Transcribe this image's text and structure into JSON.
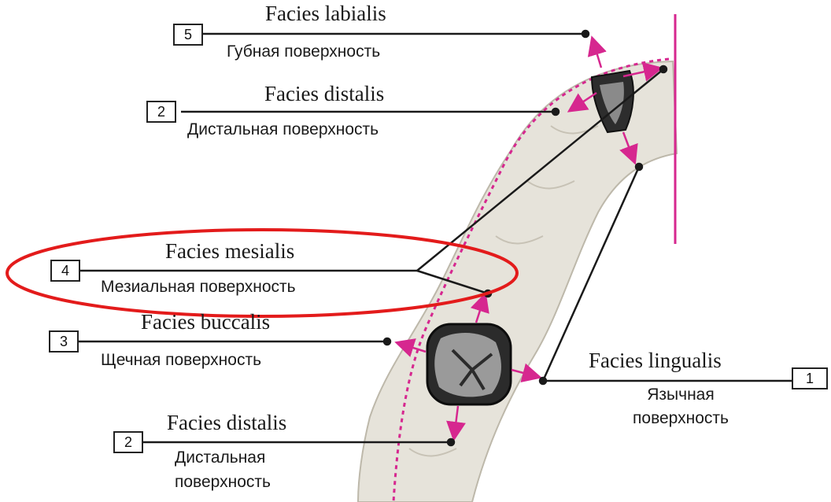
{
  "colors": {
    "arrow": "#d6278f",
    "highlight": "#e31b1b",
    "leader": "#1a1a1a",
    "jaw": "#e6e3da"
  },
  "labels": {
    "labialis": {
      "number": "5",
      "latin": "Facies labialis",
      "russian": "Губная поверхность"
    },
    "distalis_top": {
      "number": "2",
      "latin": "Facies distalis",
      "russian": "Дистальная поверхность"
    },
    "mesialis": {
      "number": "4",
      "latin": "Facies mesialis",
      "russian": "Мезиальная поверхность"
    },
    "buccalis": {
      "number": "3",
      "latin": "Facies buccalis",
      "russian": "Щечная поверхность"
    },
    "lingualis": {
      "number": "1",
      "latin": "Facies lingualis",
      "russian_line1": "Язычная",
      "russian_line2": "поверхность"
    },
    "distalis_bottom": {
      "number": "2",
      "latin": "Facies distalis",
      "russian_line1": "Дистальная",
      "russian_line2": "поверхность"
    }
  }
}
